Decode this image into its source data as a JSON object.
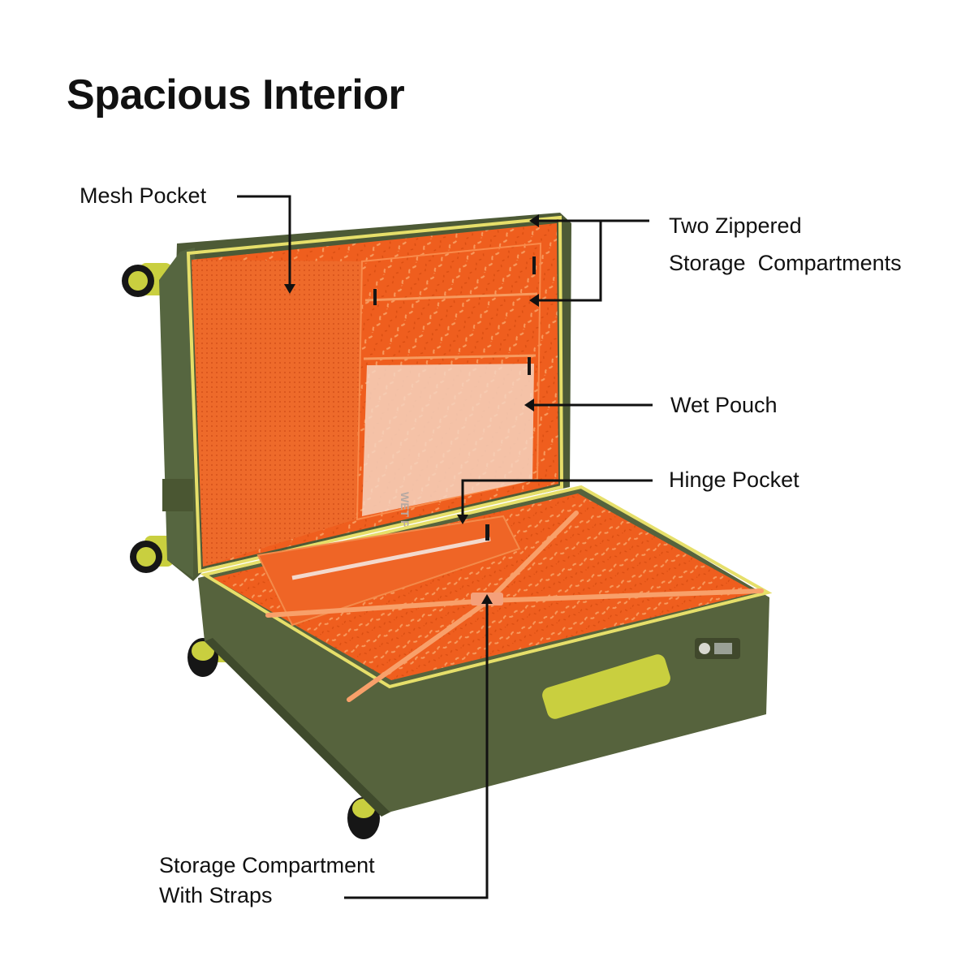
{
  "title": "Spacious Interior",
  "callouts": {
    "mesh_pocket": "Mesh Pocket",
    "zippered_line1": "Two Zippered",
    "zippered_line2": "Storage  Compartments",
    "wet_pouch": "Wet Pouch",
    "hinge_pocket": "Hinge Pocket",
    "storage_straps_line1": "Storage Compartment",
    "storage_straps_line2": "With Straps"
  },
  "pouch_print": "WET POUCH",
  "colors": {
    "shell": "#56633d",
    "shell_dark": "#3f4a2c",
    "lining": "#ef5e1e",
    "lining_light": "#f7884a",
    "trim": "#c9cf3f",
    "leader": "#111111"
  }
}
